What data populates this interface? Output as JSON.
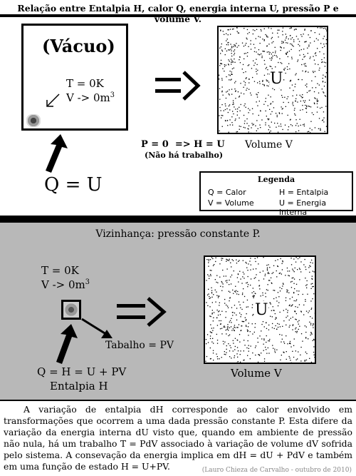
{
  "title": "Relação entre Entalpia H, calor Q, energia interna U, pressão P e volume V.",
  "top": {
    "vacuum_label": "(Vácuo)",
    "temp": "T = 0K",
    "volume_prefix": "V -> 0m",
    "volume_exp": "3",
    "arrow_text": "=>",
    "box_label": "U",
    "pressure_eq": "P = 0  => H = U",
    "no_work": "(Não há trabalho)",
    "volume_label": "Volume V",
    "q_eq": "Q = U"
  },
  "legend": {
    "title": "Legenda",
    "items": [
      "Q = Calor",
      "H = Entalpia",
      "V = Volume",
      "U = Energia interna"
    ]
  },
  "bottom": {
    "heading": "Vizinhança: pressão constante P.",
    "temp": "T = 0K",
    "volume_prefix": "V -> 0m",
    "volume_exp": "3",
    "arrow_text": "=>",
    "box_label": "U",
    "work": "Tabalho = PV",
    "q_eq": "Q = H = U + PV",
    "enthalpy": "Entalpia H",
    "volume_label": "Volume V"
  },
  "footer": {
    "paragraph": "A variação de entalpia dH corresponde ao calor envolvido em transformações que ocorrem a uma dada pressão constante P.  Esta difere da variação da energia interna dU visto que, quando em ambiente de pressão não nula, há um trabalho T = PdV associado à variação de volume dV sofrida pelo sistema. A consevação da energia implica em dH = dU + PdV e também em uma função de estado H = U+PV.",
    "credit": "(Lauro Chieza de Carvalho - outubro de 2010)"
  }
}
